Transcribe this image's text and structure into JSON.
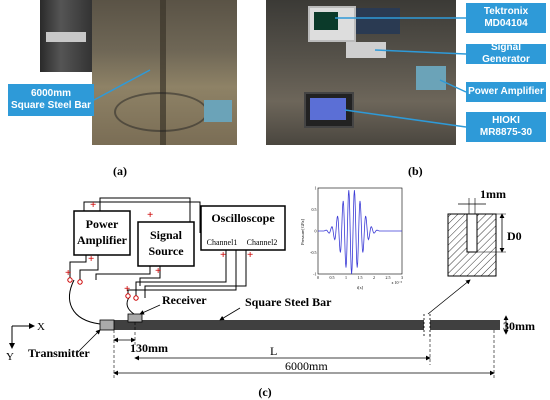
{
  "photo_a": {
    "callout_line1": "6000mm",
    "callout_line2": "Square Steel Bar",
    "label": "(a)"
  },
  "photo_b": {
    "callouts": [
      "Tektronix",
      "MD04104",
      "Signal Generator",
      "Power Amplifier",
      "HIOKI",
      "MR8875-30"
    ],
    "label": "(b)"
  },
  "schematic": {
    "power_amplifier": [
      "Power",
      "Amplifier"
    ],
    "signal_source": [
      "Signal",
      "Source"
    ],
    "oscilloscope": "Oscilloscope",
    "channel1": "Channel1",
    "channel2": "Channel2",
    "plus": "+",
    "receiver": "Receiver",
    "square_steel_bar": "Square Steel Bar",
    "transmitter": "Transmitter",
    "axis_x": "X",
    "axis_y": "Y",
    "dim_130": "130mm",
    "dim_L": "L",
    "dim_6000": "6000mm",
    "dim_30": "30mm",
    "dim_1mm": "1mm",
    "dim_D0": "D0",
    "label": "(c)"
  },
  "inset_chart": {
    "ylabel": "Pressure[GPa]",
    "xlabel": "t[s]",
    "x_exponent": "x 10⁻⁵",
    "xticks": [
      "0",
      "0.5",
      "1",
      "1.5",
      "2",
      "2.5",
      "3"
    ],
    "yticks": [
      "1",
      "0.5",
      "0",
      "-0.5",
      "-1"
    ]
  },
  "chart_data": {
    "type": "line",
    "title": "",
    "xlabel": "t[s]",
    "ylabel": "Pressure[GPa]",
    "xlim": [
      0,
      3
    ],
    "ylim": [
      -1,
      1
    ],
    "x_scale_note": "x 10⁻⁵",
    "series": [
      {
        "x": [
          0,
          0.1,
          0.2,
          0.3,
          0.4,
          0.5,
          0.6,
          0.7,
          0.8,
          0.9,
          1.0,
          1.1,
          1.2,
          1.3,
          1.4,
          1.5,
          1.6,
          1.7,
          1.8,
          1.9,
          2.0,
          2.1,
          2.2,
          2.3,
          2.4,
          2.5,
          2.6,
          2.7,
          2.8,
          2.9,
          3.0
        ],
        "y": [
          0,
          0,
          0,
          0.02,
          -0.05,
          0.1,
          -0.2,
          0.35,
          -0.5,
          0.7,
          -0.85,
          0.95,
          -1.0,
          0.95,
          -0.85,
          0.7,
          -0.5,
          0.35,
          -0.2,
          0.1,
          -0.05,
          0.02,
          0,
          0,
          0,
          0,
          0,
          0,
          0,
          0,
          0
        ]
      }
    ],
    "color": "#3b3bd6"
  },
  "colors": {
    "callout": "#2e9ad8",
    "bar": "#404040",
    "accent": "#cc0000"
  }
}
